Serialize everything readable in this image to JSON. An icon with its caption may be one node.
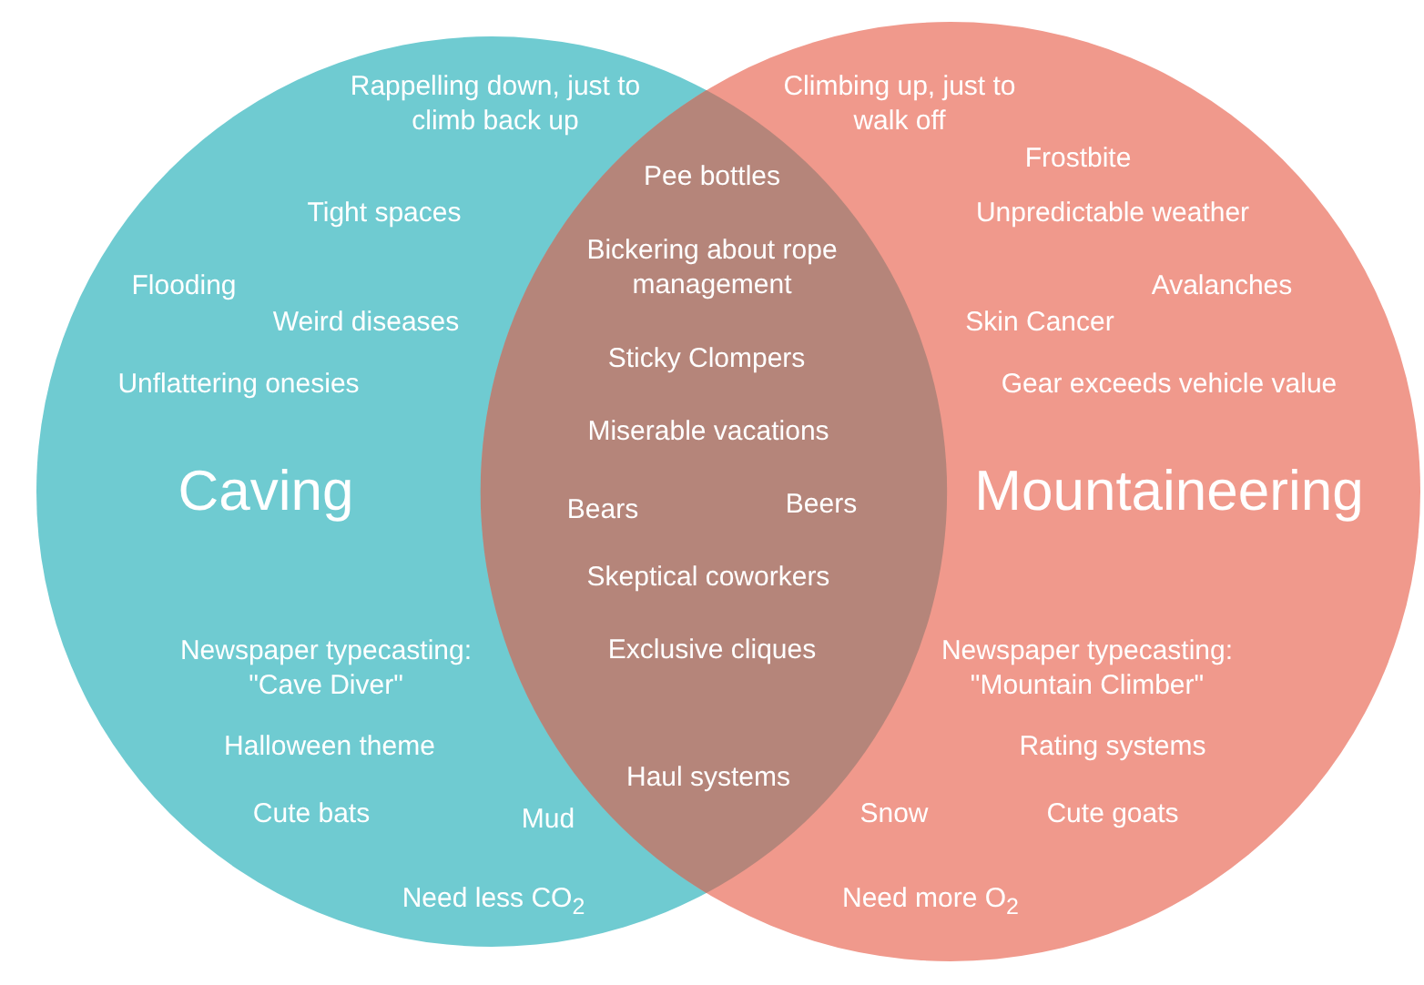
{
  "diagram": {
    "nodes": [
      {
        "text": [
          "Caving",
          "Rappelling down, just to climb back up",
          "Tight spaces",
          "Flooding",
          "Weird diseases",
          "Unflattering onesies",
          "Newspaper typecasting: \"Cave Diver\"",
          "Halloween theme",
          "Cute bats",
          "Mud",
          "Need less CO$_{2}$"
        ]
      },
      {
        "text": [
          "Mountaineering",
          "Climbing up, just to walk off",
          "Frostbite",
          "Unpredictable weather",
          "Avalanches",
          "Skin Cancer",
          "Gear exceeds vehicle value",
          "Newspaper typecasting: \"Mountain Climber\"",
          "Rating systems",
          "Snow",
          "Cute goats",
          "Need more O$_{2}$"
        ]
      }
    ],
    "labels": [
      "Pee bottles",
      "Bickering about rope management",
      "Sticky Clompers",
      "Miserable vacations",
      "Bears",
      "Beers",
      "Skeptical coworkers",
      "Exclusive cliques",
      "Haul systems"
    ]
  }
}
